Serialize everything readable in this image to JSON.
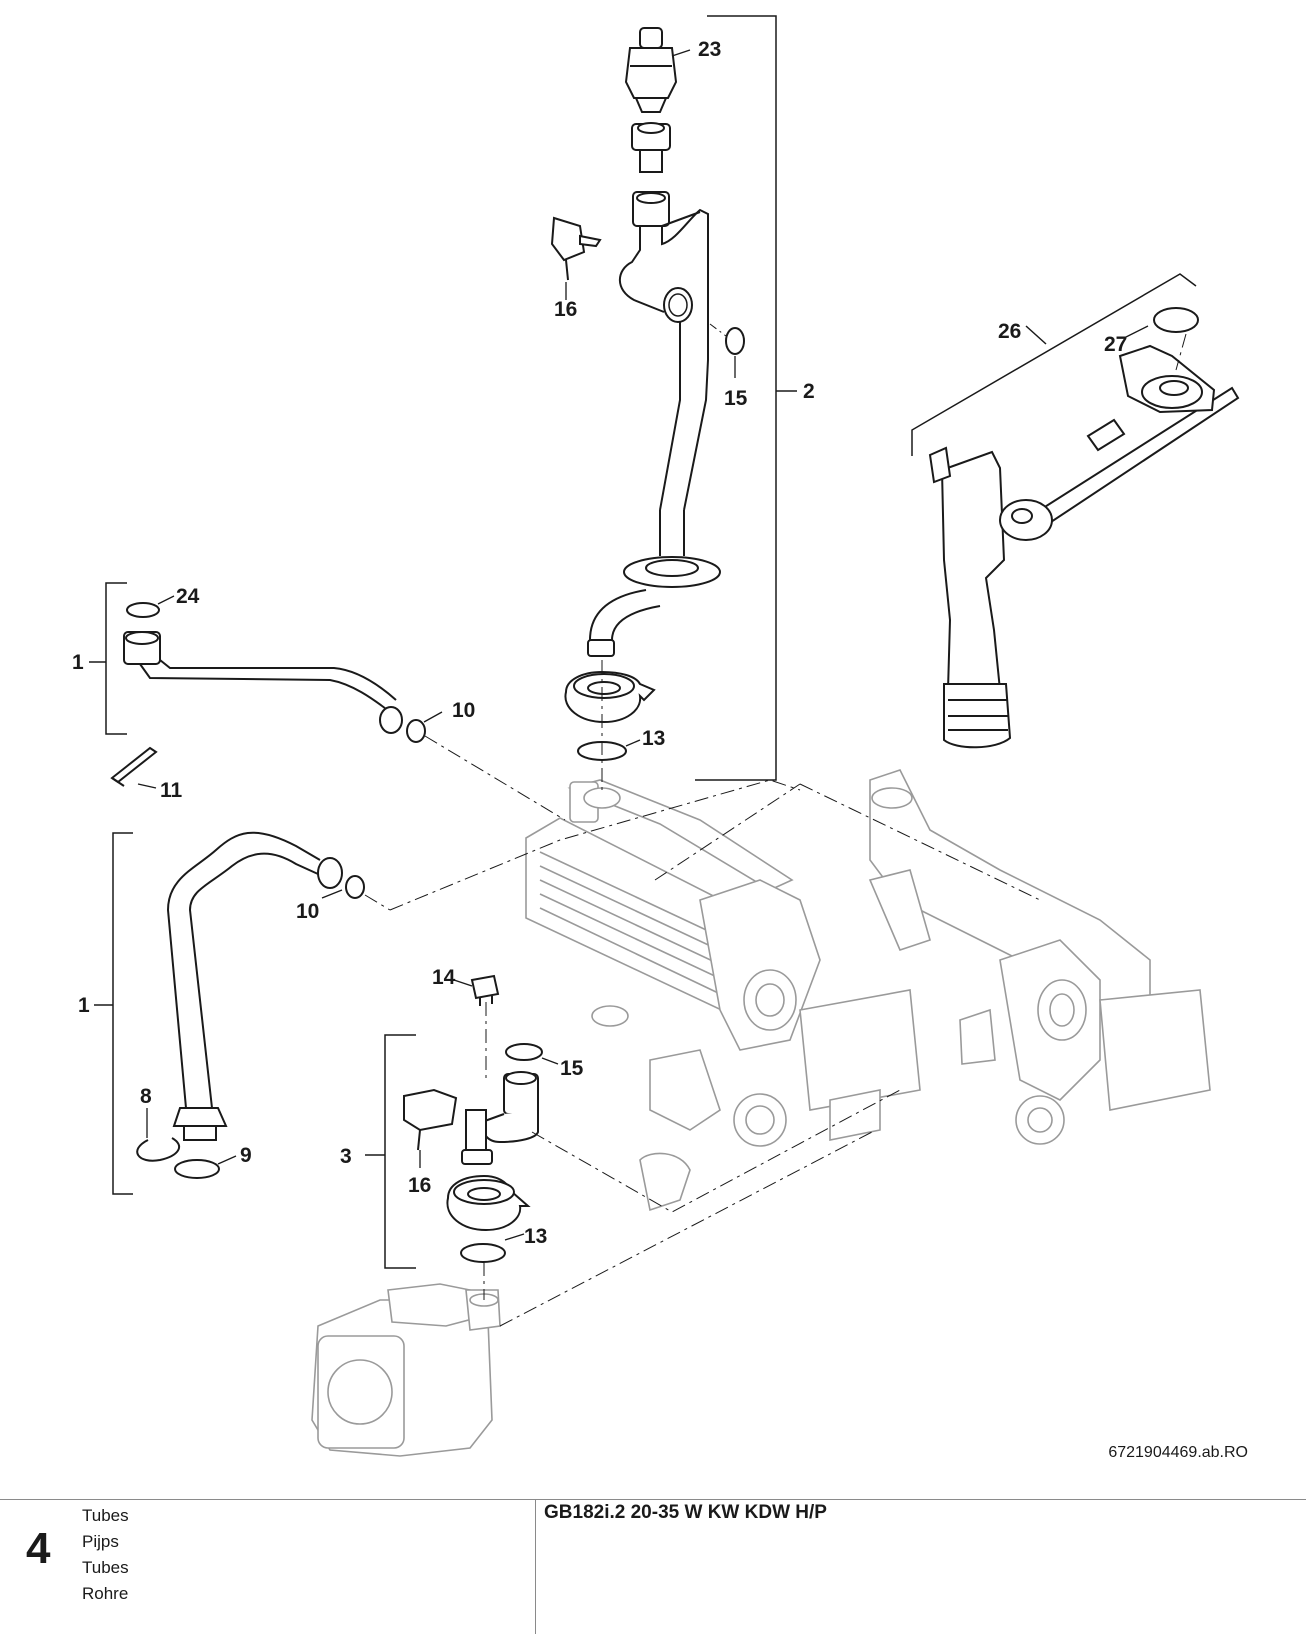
{
  "callouts": {
    "c1a": "1",
    "c1b": "1",
    "c2": "2",
    "c3": "3",
    "c8": "8",
    "c9": "9",
    "c10a": "10",
    "c10b": "10",
    "c11": "11",
    "c13a": "13",
    "c13b": "13",
    "c14": "14",
    "c15a": "15",
    "c15b": "15",
    "c16a": "16",
    "c16b": "16",
    "c23": "23",
    "c24": "24",
    "c26": "26",
    "c27": "27"
  },
  "document_code": "6721904469.ab.RO",
  "footer": {
    "page_number": "4",
    "titles": [
      "Tubes",
      "Pijps",
      "Tubes",
      "Rohre"
    ],
    "model": "GB182i.2 20-35 W KW KDW H/P"
  }
}
